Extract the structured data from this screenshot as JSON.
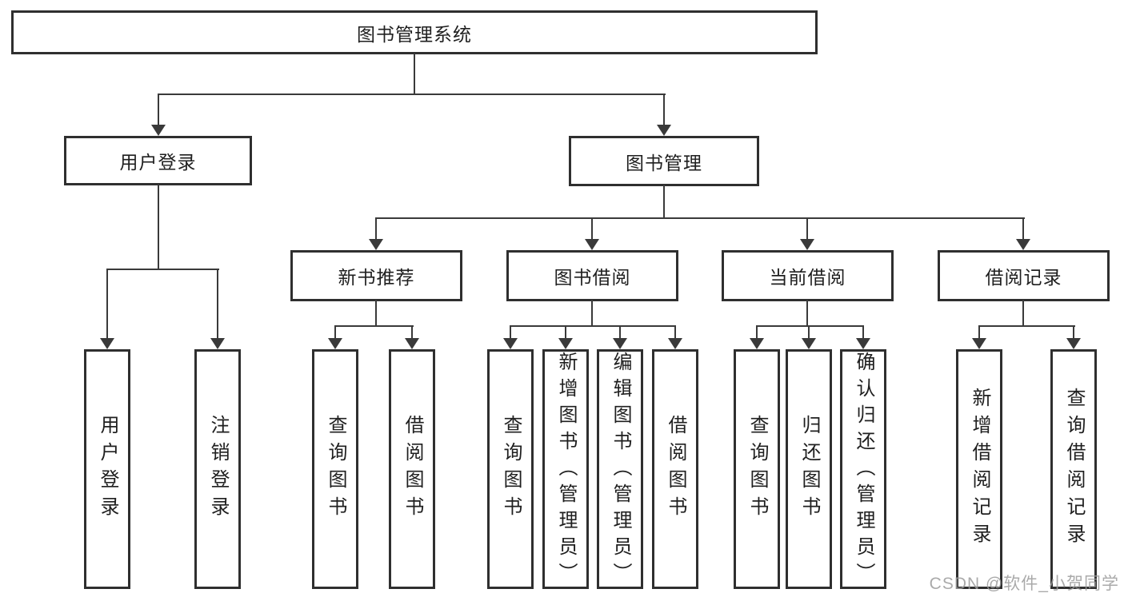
{
  "tree": {
    "label": "图书管理系统",
    "children": [
      {
        "label": "用户登录",
        "children": [
          {
            "label": "用户登录"
          },
          {
            "label": "注销登录"
          }
        ]
      },
      {
        "label": "图书管理",
        "children": [
          {
            "label": "新书推荐",
            "children": [
              {
                "label": "查询图书"
              },
              {
                "label": "借阅图书"
              }
            ]
          },
          {
            "label": "图书借阅",
            "children": [
              {
                "label": "查询图书"
              },
              {
                "label": "新增图书（管理员）"
              },
              {
                "label": "编辑图书（管理员）"
              },
              {
                "label": "借阅图书"
              }
            ]
          },
          {
            "label": "当前借阅",
            "children": [
              {
                "label": "查询图书"
              },
              {
                "label": "归还图书"
              },
              {
                "label": "确认归还（管理员）"
              }
            ]
          },
          {
            "label": "借阅记录",
            "children": [
              {
                "label": "新增借阅记录"
              },
              {
                "label": "查询借阅记录"
              }
            ]
          }
        ]
      }
    ]
  },
  "watermark": "CSDN @软件_小贺同学",
  "colors": {
    "line": "#3a3a3a",
    "border": "#2f2f2f",
    "text": "#1f1f1f",
    "background": "#ffffff",
    "watermark": "#9b9b9b"
  }
}
